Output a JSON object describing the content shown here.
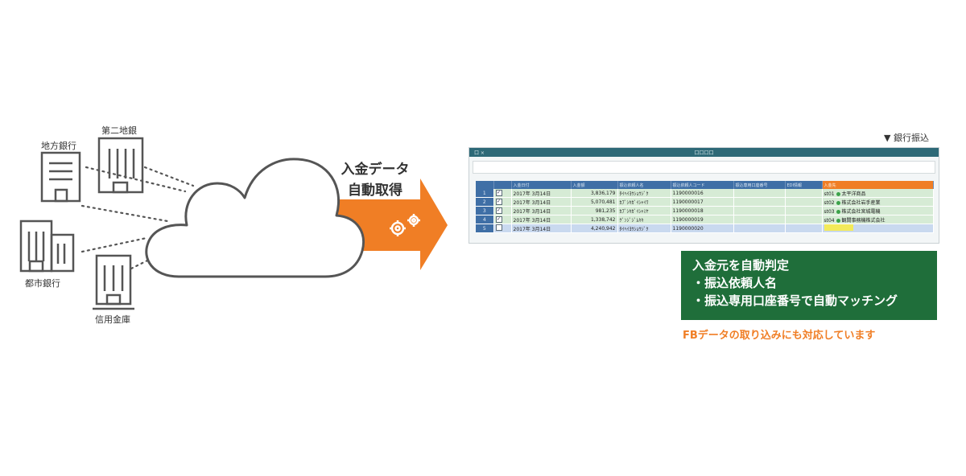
{
  "banks": {
    "regional": "地方銀行",
    "second_regional": "第二地銀",
    "city": "都市銀行",
    "shinkin": "信用金庫"
  },
  "arrow": {
    "line1": "入金データ",
    "line2": "自動取得",
    "color": "#f07e25"
  },
  "screenshot": {
    "caption": "▼ 銀行振込",
    "titlebar_left": "口 ×",
    "titlebar_title": "口口口口",
    "columns": [
      "",
      "",
      "入金日付",
      "入金額",
      "振込依頼人名",
      "振込依頼人コード",
      "振込専用口座番号",
      "EDI情報",
      "入金先"
    ],
    "rows": [
      {
        "num": "1",
        "checked": "✓",
        "date": "2017年 3月14日",
        "amount": "3,836,179",
        "name": "ﾀｲﾍｲﾖｳｼｮｳｼﾞｸ",
        "code": "1190000016",
        "account": "",
        "edi": "",
        "dest_code": "st01",
        "dest_name": "太平洋商品",
        "style": "green"
      },
      {
        "num": "2",
        "checked": "✓",
        "date": "2017年 3月14日",
        "amount": "5,070,481",
        "name": "ｶﾌﾞｼｷｶﾞｲｼｬｲﾜ",
        "code": "1190000017",
        "account": "",
        "edi": "",
        "dest_code": "st02",
        "dest_name": "株式会社岩手産業",
        "style": "green"
      },
      {
        "num": "3",
        "checked": "✓",
        "date": "2017年 3月14日",
        "amount": "981,235",
        "name": "ｶﾌﾞｼｷｶﾞｲｼｬﾐﾔ",
        "code": "1190000018",
        "account": "",
        "edi": "",
        "dest_code": "st03",
        "dest_name": "株式会社宮城電機",
        "style": "green"
      },
      {
        "num": "4",
        "checked": "✓",
        "date": "2017年 3月14日",
        "amount": "1,338,742",
        "name": "ｹﾞﾝｼﾞｼﾞﾑｷｷ",
        "code": "1190000019",
        "account": "",
        "edi": "",
        "dest_code": "st04",
        "dest_name": "観間事務機株式会社",
        "style": "green"
      },
      {
        "num": "5",
        "checked": "",
        "date": "2017年 3月14日",
        "amount": "4,240,942",
        "name": "ﾀｲﾍｲﾖｳｼｮｳｼﾞｸ",
        "code": "1190000020",
        "account": "",
        "edi": "",
        "dest_code": "",
        "dest_name": "",
        "style": "blue"
      }
    ]
  },
  "result_box": {
    "line1": "入金元を自動判定",
    "line2": "・振込依頼人名",
    "line3": "・振込専用口座番号で自動マッチング",
    "color": "#1f6e3a"
  },
  "note": {
    "text": "FBデータの取り込みにも対応しています",
    "color": "#f07e25"
  }
}
